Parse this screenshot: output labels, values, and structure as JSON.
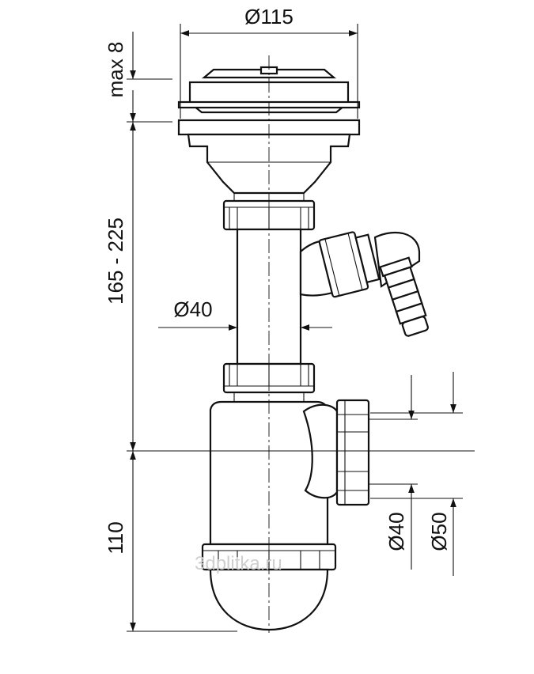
{
  "dimensions": {
    "outer_diameter": "Ø115",
    "max_height": "max 8",
    "body_height": "165 - 225",
    "pipe_diameter": "Ø40",
    "trap_height": "110",
    "outlet_inner": "Ø40",
    "outlet_outer": "Ø50"
  },
  "watermark": "3dplitka.ru",
  "colors": {
    "line": "#111111",
    "background": "#ffffff",
    "watermark": "#cfcfcf"
  }
}
